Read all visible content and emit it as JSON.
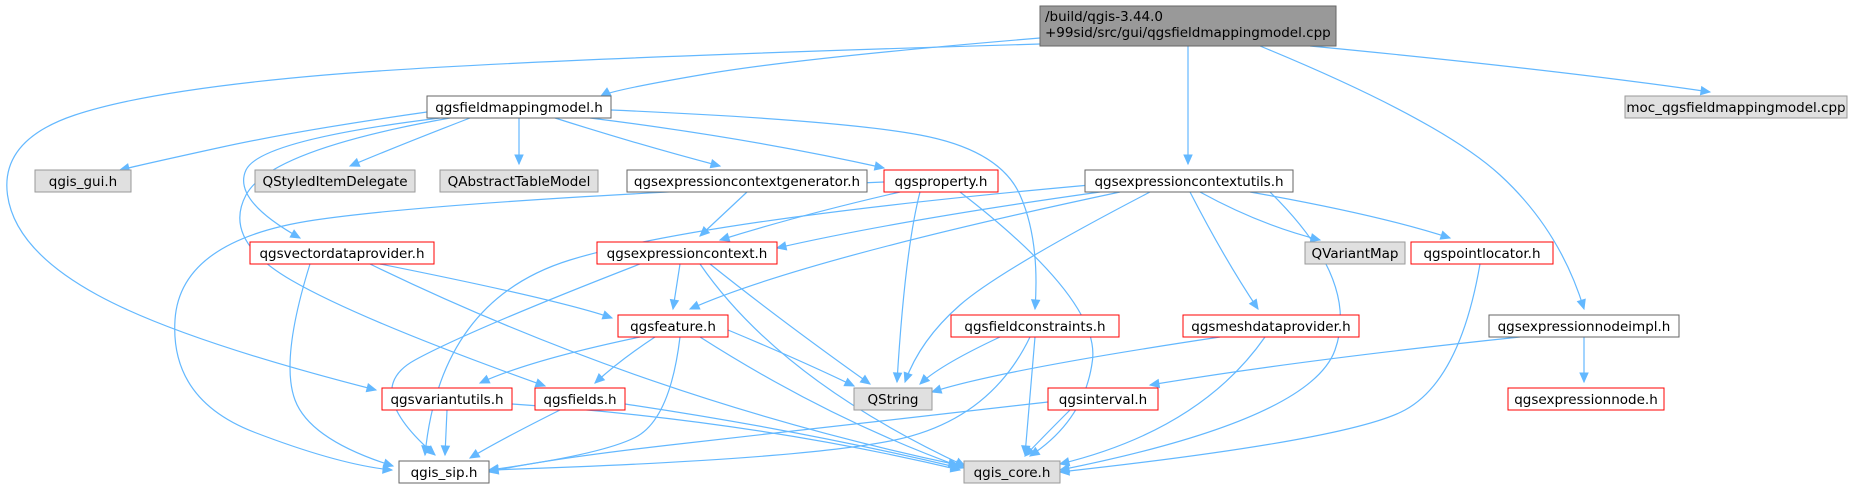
{
  "colors": {
    "root_fill": "#999999",
    "root_border": "#666666",
    "normal_fill": "#ffffff",
    "normal_border": "#666666",
    "red_border": "#ff0000",
    "gray_fill": "#e0e0e0",
    "gray_border": "#999999",
    "edge": "#63b8ff"
  },
  "nodes": [
    {
      "id": "root",
      "lines": [
        "/build/qgis-3.44.0",
        "+99sid/src/gui/qgsfieldmappingmodel.cpp"
      ],
      "style": "root"
    },
    {
      "id": "qgsfieldmappingmodel_h",
      "lines": [
        "qgsfieldmappingmodel.h"
      ],
      "style": "normal"
    },
    {
      "id": "moc",
      "lines": [
        "moc_qgsfieldmappingmodel.cpp"
      ],
      "style": "gray"
    },
    {
      "id": "qgis_gui",
      "lines": [
        "qgis_gui.h"
      ],
      "style": "gray"
    },
    {
      "id": "qstyleditemdelegate",
      "lines": [
        "QStyledItemDelegate"
      ],
      "style": "gray"
    },
    {
      "id": "qabstracttablemodel",
      "lines": [
        "QAbstractTableModel"
      ],
      "style": "gray"
    },
    {
      "id": "qgsexpressioncontextgenerator",
      "lines": [
        "qgsexpressioncontextgenerator.h"
      ],
      "style": "normal"
    },
    {
      "id": "qgsproperty",
      "lines": [
        "qgsproperty.h"
      ],
      "style": "red"
    },
    {
      "id": "qgsexpressioncontextutils",
      "lines": [
        "qgsexpressioncontextutils.h"
      ],
      "style": "normal"
    },
    {
      "id": "qgsvectordataprovider",
      "lines": [
        "qgsvectordataprovider.h"
      ],
      "style": "red"
    },
    {
      "id": "qgsexpressioncontext",
      "lines": [
        "qgsexpressioncontext.h"
      ],
      "style": "red"
    },
    {
      "id": "qvariantmap",
      "lines": [
        "QVariantMap"
      ],
      "style": "gray"
    },
    {
      "id": "qgspointlocator",
      "lines": [
        "qgspointlocator.h"
      ],
      "style": "red"
    },
    {
      "id": "qgsfeature",
      "lines": [
        "qgsfeature.h"
      ],
      "style": "red"
    },
    {
      "id": "qgsfieldconstraints",
      "lines": [
        "qgsfieldconstraints.h"
      ],
      "style": "red"
    },
    {
      "id": "qgsmeshdataprovider",
      "lines": [
        "qgsmeshdataprovider.h"
      ],
      "style": "red"
    },
    {
      "id": "qgsexpressionnodeimpl",
      "lines": [
        "qgsexpressionnodeimpl.h"
      ],
      "style": "normal"
    },
    {
      "id": "qgsvariantutils",
      "lines": [
        "qgsvariantutils.h"
      ],
      "style": "red"
    },
    {
      "id": "qgsfields",
      "lines": [
        "qgsfields.h"
      ],
      "style": "red"
    },
    {
      "id": "qstring",
      "lines": [
        "QString"
      ],
      "style": "gray"
    },
    {
      "id": "qgsinterval",
      "lines": [
        "qgsinterval.h"
      ],
      "style": "red"
    },
    {
      "id": "qgsexpressionnode",
      "lines": [
        "qgsexpressionnode.h"
      ],
      "style": "red"
    },
    {
      "id": "qgis_sip",
      "lines": [
        "qgis_sip.h"
      ],
      "style": "normal"
    },
    {
      "id": "qgis_core",
      "lines": [
        "qgis_core.h"
      ],
      "style": "gray"
    }
  ],
  "edges": [
    [
      "root",
      "qgsfieldmappingmodel_h"
    ],
    [
      "root",
      "qgsexpressioncontextutils"
    ],
    [
      "root",
      "moc"
    ],
    [
      "root",
      "qgsexpressionnodeimpl"
    ],
    [
      "root",
      "qgsvariantutils"
    ],
    [
      "qgsfieldmappingmodel_h",
      "qgis_gui"
    ],
    [
      "qgsfieldmappingmodel_h",
      "qstyleditemdelegate"
    ],
    [
      "qgsfieldmappingmodel_h",
      "qabstracttablemodel"
    ],
    [
      "qgsfieldmappingmodel_h",
      "qgsexpressioncontextgenerator"
    ],
    [
      "qgsfieldmappingmodel_h",
      "qgsproperty"
    ],
    [
      "qgsfieldmappingmodel_h",
      "qgsvectordataprovider"
    ],
    [
      "qgsfieldmappingmodel_h",
      "qgsfieldconstraints"
    ],
    [
      "qgsfieldmappingmodel_h",
      "qgsfields"
    ],
    [
      "qgsexpressioncontextgenerator",
      "qgsexpressioncontext"
    ],
    [
      "qgsproperty",
      "qgsexpressioncontext"
    ],
    [
      "qgsproperty",
      "qstring"
    ],
    [
      "qgsproperty",
      "qgis_core"
    ],
    [
      "qgsproperty",
      "qgis_sip"
    ],
    [
      "qgsexpressioncontextutils",
      "qgsexpressioncontext"
    ],
    [
      "qgsexpressioncontextutils",
      "qvariantmap"
    ],
    [
      "qgsexpressioncontextutils",
      "qgspointlocator"
    ],
    [
      "qgsexpressioncontextutils",
      "qgsmeshdataprovider"
    ],
    [
      "qgsexpressioncontextutils",
      "qgsfeature"
    ],
    [
      "qgsexpressioncontextutils",
      "qstring"
    ],
    [
      "qgsexpressioncontextutils",
      "qgis_core"
    ],
    [
      "qgsexpressioncontextutils",
      "qgis_sip"
    ],
    [
      "qgsvectordataprovider",
      "qgsfeature"
    ],
    [
      "qgsvectordataprovider",
      "qgis_sip"
    ],
    [
      "qgsvectordataprovider",
      "qgis_core"
    ],
    [
      "qgsexpressioncontext",
      "qgsfeature"
    ],
    [
      "qgsexpressioncontext",
      "qstring"
    ],
    [
      "qgsexpressioncontext",
      "qgis_core"
    ],
    [
      "qgsexpressioncontext",
      "qgis_sip"
    ],
    [
      "qgspointlocator",
      "qgis_core"
    ],
    [
      "qgsfeature",
      "qgsvariantutils"
    ],
    [
      "qgsfeature",
      "qgsfields"
    ],
    [
      "qgsfeature",
      "qstring"
    ],
    [
      "qgsfeature",
      "qgis_core"
    ],
    [
      "qgsfeature",
      "qgis_sip"
    ],
    [
      "qgsfieldconstraints",
      "qstring"
    ],
    [
      "qgsfieldconstraints",
      "qgis_core"
    ],
    [
      "qgsfieldconstraints",
      "qgis_sip"
    ],
    [
      "qgsmeshdataprovider",
      "qstring"
    ],
    [
      "qgsmeshdataprovider",
      "qgis_core"
    ],
    [
      "qgsexpressionnodeimpl",
      "qgsinterval"
    ],
    [
      "qgsexpressionnodeimpl",
      "qgsexpressionnode"
    ],
    [
      "qgsvariantutils",
      "qgis_sip"
    ],
    [
      "qgsvariantutils",
      "qgis_core"
    ],
    [
      "qgsfields",
      "qgis_sip"
    ],
    [
      "qgsfields",
      "qgis_core"
    ],
    [
      "qgsinterval",
      "qgis_core"
    ],
    [
      "qgsinterval",
      "qgis_sip"
    ]
  ]
}
